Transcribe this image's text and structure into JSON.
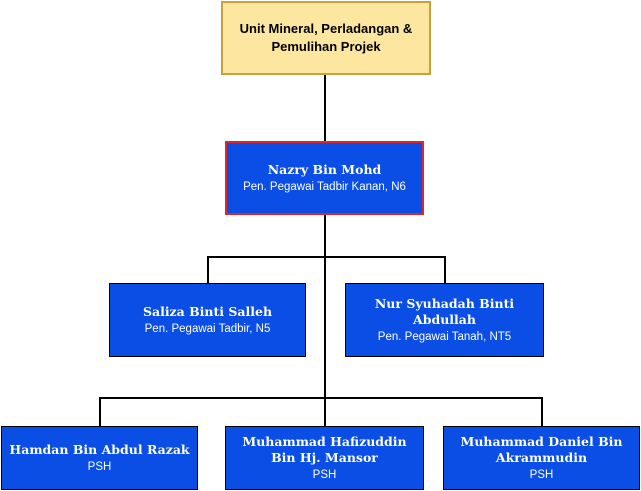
{
  "org": {
    "root": {
      "label": "Unit Mineral, Perladangan & Pemulihan Projek",
      "fill": "#fde7a0",
      "border": "#c9a13a"
    },
    "head": {
      "name": "Nazry Bin Mohd",
      "title": "Pen. Pegawai Tadbir Kanan, N6",
      "border": "#e0242a"
    },
    "level2": [
      {
        "name": "Saliza Binti Salleh",
        "title": "Pen. Pegawai Tadbir, N5"
      },
      {
        "name": "Nur Syuhadah Binti Abdullah",
        "title": "Pen. Pegawai Tanah, NT5"
      }
    ],
    "level3": [
      {
        "name": "Hamdan Bin Abdul Razak",
        "title": "PSH"
      },
      {
        "name": "Muhammad Hafizuddin Bin Hj. Mansor",
        "title": "PSH"
      },
      {
        "name": "Muhammad Daniel Bin Akrammudin",
        "title": "PSH"
      }
    ],
    "node_fill": "#0a4ee6",
    "connector_color": "#000000"
  }
}
